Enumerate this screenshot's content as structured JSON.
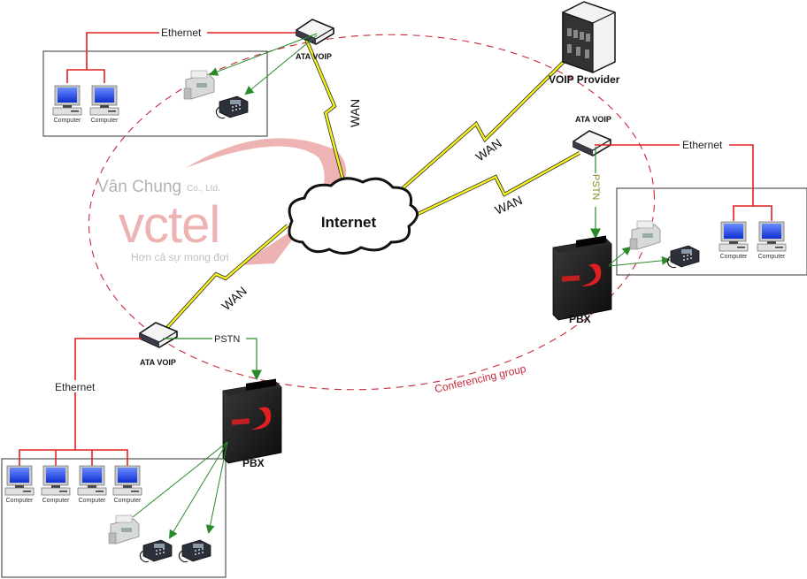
{
  "watermark": {
    "company": "Vân Chung",
    "suffix": "Co., Ltd.",
    "brand": "vctel",
    "slogan": "Hơn cả sự mong đợi"
  },
  "internet": {
    "label": "Internet"
  },
  "voip_provider": {
    "label": "VOIP Provider"
  },
  "conferencing": {
    "label": "Conferencing group"
  },
  "links": {
    "wan_top": "WAN",
    "wan_provider": "WAN",
    "wan_right": "WAN",
    "wan_bottom": "WAN"
  },
  "site_top_left": {
    "ata_label": "ATA VOIP",
    "ethernet_label": "Ethernet",
    "computers": [
      "Computer",
      "Computer"
    ]
  },
  "site_right": {
    "ata_label": "ATA VOIP",
    "ethernet_label": "Ethernet",
    "pstn_label": "PSTN",
    "pbx_label": "PBX",
    "computers": [
      "Computer",
      "Computer"
    ]
  },
  "site_bottom_left": {
    "ata_label": "ATA VOIP",
    "ethernet_label": "Ethernet",
    "pstn_label": "PSTN",
    "pbx_label": "PBX",
    "computers": [
      "Computer",
      "Computer",
      "Computer",
      "Computer"
    ]
  },
  "colors": {
    "ethernet": "#e02020",
    "pstn": "#2a8a2a",
    "wan": "#f5f020",
    "conference": "#c8283a",
    "watermark": "#e89a9a"
  }
}
